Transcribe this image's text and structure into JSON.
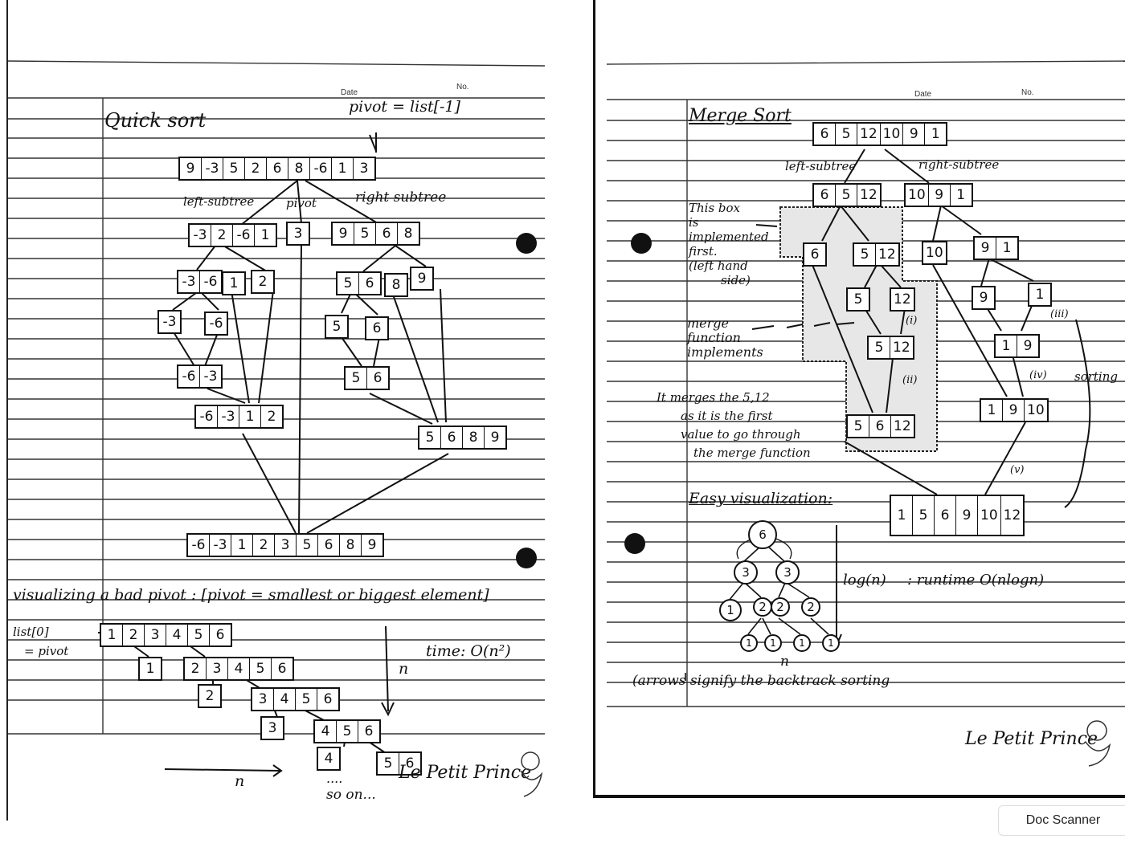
{
  "left": {
    "header": {
      "date": "Date",
      "no": "No."
    },
    "title": "Quick sort",
    "pivot_note": "pivot = list[-1]",
    "main_array": [
      "9",
      "-3",
      "5",
      "2",
      "6",
      "8",
      "-6",
      "1",
      "3"
    ],
    "labels": {
      "left": "left-subtree",
      "pivot": "pivot",
      "right": "right subtree"
    },
    "left_sub": [
      "-3",
      "2",
      "-6",
      "1"
    ],
    "pivot_box": [
      "3"
    ],
    "right_sub": [
      "9",
      "5",
      "6",
      "8"
    ],
    "l2a": [
      "-3",
      "-6"
    ],
    "l2b": [
      "1"
    ],
    "l2c": [
      "2"
    ],
    "l3a": [
      "-3"
    ],
    "l3b": [
      "-6"
    ],
    "l4": [
      "-6",
      "-3"
    ],
    "l5": [
      "-6",
      "-3",
      "1",
      "2"
    ],
    "r2a": [
      "5",
      "6"
    ],
    "r2b": [
      "8"
    ],
    "r2c": [
      "9"
    ],
    "r3a": [
      "5"
    ],
    "r3b": [
      "6"
    ],
    "r4": [
      "5",
      "6"
    ],
    "r5": [
      "5",
      "6",
      "8",
      "9"
    ],
    "final": [
      "-6",
      "-3",
      "1",
      "2",
      "3",
      "5",
      "6",
      "8",
      "9"
    ],
    "bad_pivot_title": "visualizing a bad pivot : [pivot = smallest or biggest element]",
    "list0": "list[0]",
    "eq_pivot": "= pivot",
    "bp1": [
      "1",
      "2",
      "3",
      "4",
      "5",
      "6"
    ],
    "bp2a": [
      "1"
    ],
    "bp2b": [
      "2",
      "3",
      "4",
      "5",
      "6"
    ],
    "bp3a": [
      "2"
    ],
    "bp3b": [
      "3",
      "4",
      "5",
      "6"
    ],
    "bp4a": [
      "3"
    ],
    "bp4b": [
      "4",
      "5",
      "6"
    ],
    "bp5a": [
      "4"
    ],
    "bp5b": [
      "5",
      "6"
    ],
    "time": "time: O(n²)",
    "n_vertical": "n",
    "n_horizontal": "n",
    "dots": "....",
    "soon": "so on...",
    "brand": "Le Petit Prince"
  },
  "right": {
    "header": {
      "date": "Date",
      "no": "No."
    },
    "title": "Merge Sort",
    "top_array": [
      "6",
      "5",
      "12",
      "10",
      "9",
      "1"
    ],
    "labels": {
      "left": "left-subtree",
      "right": "right-subtree"
    },
    "ls": [
      "6",
      "5",
      "12"
    ],
    "rs": [
      "10",
      "9",
      "1"
    ],
    "box_note": [
      "This box",
      "is",
      "implemented",
      "first.",
      "(left hand",
      "side)"
    ],
    "a6": [
      "6"
    ],
    "a512": [
      "5",
      "12"
    ],
    "a5": [
      "5"
    ],
    "a12": [
      "12"
    ],
    "m512": [
      "5",
      "12"
    ],
    "m5612": [
      "5",
      "6",
      "12"
    ],
    "b10": [
      "10"
    ],
    "b91": [
      "9",
      "1"
    ],
    "b9": [
      "9"
    ],
    "b1": [
      "1"
    ],
    "m19": [
      "1",
      "9"
    ],
    "m1910": [
      "1",
      "9",
      "10"
    ],
    "merge_note": [
      "merge",
      "function",
      "implements"
    ],
    "marks": {
      "i": "(i)",
      "ii": "(ii)",
      "iii": "(iii)",
      "iv": "(iv)",
      "v": "(v)"
    },
    "it_note": [
      "It merges the 5,12",
      "as it is the first",
      "value to go through",
      "the merge function"
    ],
    "sorting": "sorting",
    "final": [
      "1",
      "5",
      "6",
      "9",
      "10",
      "12"
    ],
    "easy": "Easy visualization:",
    "tree": {
      "root": "6",
      "l2": [
        "3",
        "3"
      ],
      "l3": [
        "1",
        "2",
        "2",
        "2"
      ],
      "l4": [
        "1",
        "1",
        "1",
        "1"
      ]
    },
    "log": "log(n)",
    "runtime": ": runtime O(nlogn)",
    "n_label": "n",
    "arrows_note": "(arrows signify the backtrack sorting",
    "brand": "Le Petit Prince"
  },
  "scanner": "Doc Scanner"
}
